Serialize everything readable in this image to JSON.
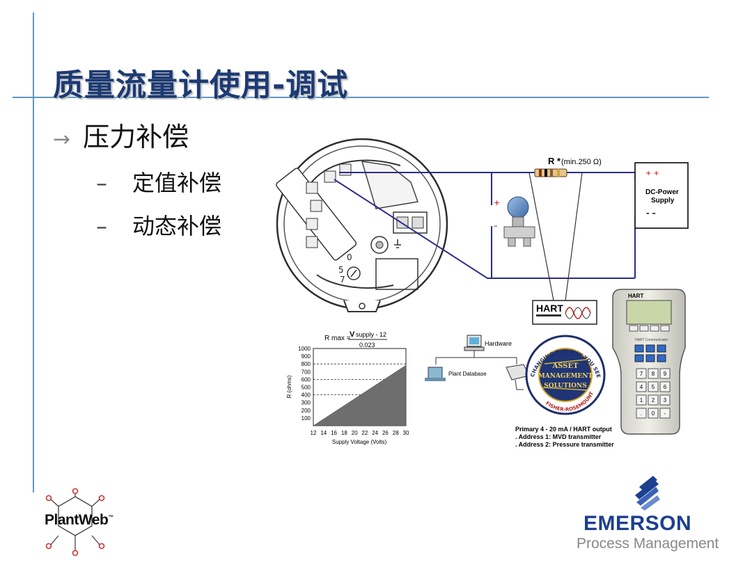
{
  "slide": {
    "title": "质量流量计使用-调试",
    "bullet": "压力补偿",
    "bullet_marker": "→",
    "sub_marker": "–",
    "sub_items": [
      "定值补偿",
      "动态补偿"
    ]
  },
  "wiring": {
    "resistor_label": "R *",
    "resistor_note": "(min.250 Ω)",
    "power_supply_line1": "DC-Power",
    "power_supply_line2": "Supply",
    "plus_sign": "+",
    "minus_sign": "–",
    "plus_terminals": "+ +",
    "minus_terminals": "- –",
    "hart_label": "HART"
  },
  "formula": {
    "lhs": "R max =",
    "numerator_symbol": "V",
    "numerator_rest": "supply - 12",
    "denominator": "0.023"
  },
  "network": {
    "hardware": "Hardware",
    "plant_database": "Plant Database"
  },
  "seal": {
    "ring_text": "CHANGING THE WAY YOU SEE YOUR PLANT",
    "center_lines": [
      "ASSET",
      "MANAGEMENT",
      "SOLUTIONS"
    ],
    "bottom_text": "FISHER-ROSEMOUNT"
  },
  "outputs": {
    "line1": "Primary 4 - 20 mA / HART output",
    "line2": ". Address 1: MVD transmitter",
    "line3": ". Address 2: Pressure transmitter"
  },
  "communicator": {
    "brand": "HART",
    "model": "HART Communicator",
    "keys": [
      "7",
      "8",
      "9",
      "4",
      "5",
      "6",
      "1",
      "2",
      "3",
      ".",
      "0",
      "-"
    ]
  },
  "dial": {
    "numbers": [
      "0",
      "5",
      "7"
    ]
  },
  "logos": {
    "plantweb": "PlantWeb",
    "plantweb_tm": "™",
    "emerson": "EMERSON",
    "process_management": "Process Management"
  },
  "chart_data": {
    "type": "area",
    "title": "",
    "xlabel": "Supply Voltage (Volts)",
    "ylabel": "R (ohms)",
    "xlim": [
      12,
      30
    ],
    "ylim": [
      0,
      1000
    ],
    "x_ticks": [
      12,
      14,
      16,
      18,
      20,
      22,
      24,
      26,
      28,
      30
    ],
    "y_ticks": [
      100,
      200,
      300,
      400,
      500,
      600,
      700,
      800,
      900,
      1000
    ],
    "dashed_gridlines_y": [
      400,
      600,
      800
    ],
    "series": [
      {
        "x": [
          12,
          30
        ],
        "y": [
          0,
          783
        ]
      }
    ]
  }
}
